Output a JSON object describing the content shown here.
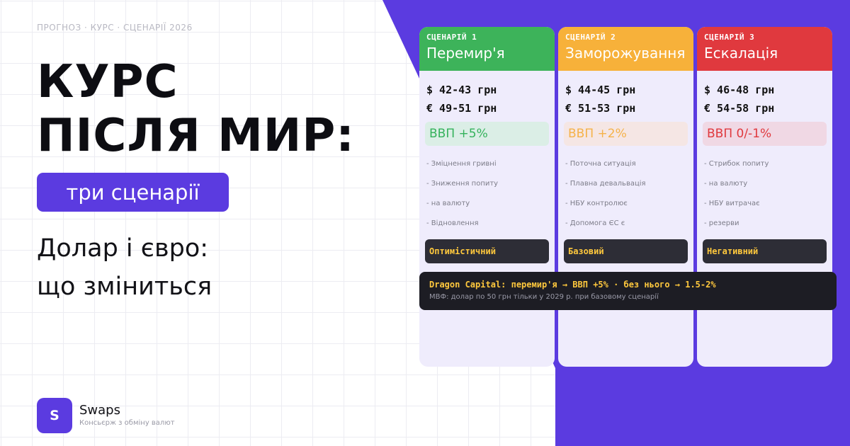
{
  "eyebrow": "ПРОГНОЗ · КУРС · СЦЕНАРІЇ 2026",
  "title": {
    "line1": "КУРС",
    "line2": "ПІСЛЯ МИР:"
  },
  "highlight": "три сценарії",
  "subtitle": {
    "line1": "Долар і євро:",
    "line2": "що зміниться"
  },
  "brand": {
    "logo": "S",
    "name": "Swaps",
    "tagline": "Консьєрж з обміну валют"
  },
  "scenarios": [
    {
      "kicker": "СЦЕНАРІЙ 1",
      "name": "Перемир'я",
      "color": "#3db35a",
      "usd": "$ 42-43 грн",
      "eur": "€ 49-51 грн",
      "gdp": "ВВП +5%",
      "notes": [
        "- Зміцнення гривні",
        "- Зниження попиту",
        "- на валюту",
        "- Відновлення"
      ],
      "outlook": "Оптимістичний"
    },
    {
      "kicker": "СЦЕНАРІЙ 2",
      "name": "Заморожування",
      "color": "#f7b13a",
      "usd": "$ 44-45 грн",
      "eur": "€ 51-53 грн",
      "gdp": "ВВП +2%",
      "notes": [
        "- Поточна ситуація",
        "- Плавна девальвація",
        "- НБУ контролює",
        "- Допомога ЄС є"
      ],
      "outlook": "Базовий"
    },
    {
      "kicker": "СЦЕНАРІЙ 3",
      "name": "Ескалація",
      "color": "#e0393e",
      "usd": "$ 46-48 грн",
      "eur": "€ 54-58 грн",
      "gdp": "ВВП 0/-1%",
      "notes": [
        "- Стрибок попиту",
        "- на валюту",
        "- НБУ витрачає",
        "- резерви"
      ],
      "outlook": "Негативний"
    }
  ],
  "banner": {
    "main": "Dragon Capital: перемир'я → ВВП +5% · без нього → 1.5-2%",
    "sub": "МВФ: долар по 50 грн тільки у 2029 р. при базовому сценарії"
  },
  "colors": {
    "accent": "#5b3be0",
    "outlook_text": "#ffc83d",
    "dark": "#2d2d36"
  }
}
